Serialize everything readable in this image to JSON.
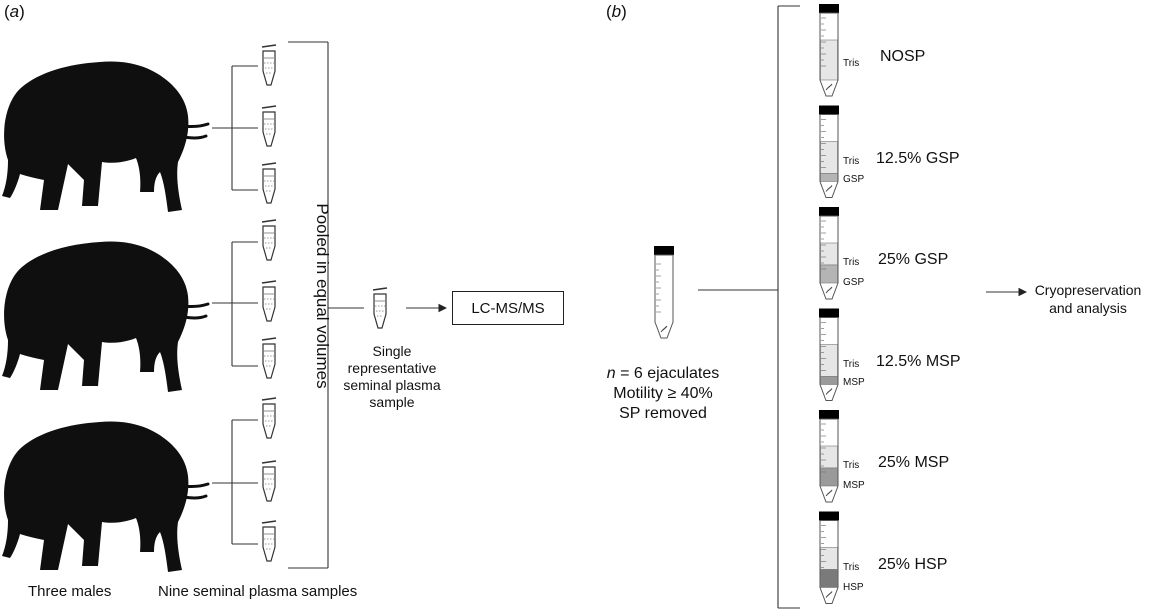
{
  "panel_a": {
    "tag_open": "(",
    "tag_letter": "a",
    "tag_close": ")",
    "pooled_label": "Pooled in equal volumes",
    "single_sample_label": "Single representative seminal plasma sample",
    "lcms_label": "LC-MS/MS",
    "three_males_label": "Three males",
    "nine_samples_label": "Nine seminal plasma samples"
  },
  "panel_b": {
    "tag_open": "(",
    "tag_letter": "b",
    "tag_close": ")",
    "ejaculate_n": "n",
    "ejaculate_rest": " = 6 ejaculates",
    "motility": "Motility ≥ 40%",
    "sp_removed": "SP removed",
    "cryo_label": "Cryopreservation and analysis",
    "treatments": [
      {
        "name": "NOSP",
        "tris": "Tris",
        "plasma": "",
        "plasma_color": ""
      },
      {
        "name": "12.5% GSP",
        "tris": "Tris",
        "plasma": "GSP",
        "plasma_color": "#b4b4b4"
      },
      {
        "name": "25% GSP",
        "tris": "Tris",
        "plasma": "GSP",
        "plasma_color": "#b4b4b4"
      },
      {
        "name": "12.5% MSP",
        "tris": "Tris",
        "plasma": "MSP",
        "plasma_color": "#9a9a9a"
      },
      {
        "name": "25% MSP",
        "tris": "Tris",
        "plasma": "MSP",
        "plasma_color": "#9a9a9a"
      },
      {
        "name": "25% HSP",
        "tris": "Tris",
        "plasma": "HSP",
        "plasma_color": "#7a7a7a"
      }
    ]
  },
  "colors": {
    "silhouette": "#0f0f0f",
    "line": "#333333",
    "tris_fill": "#e6e6e6",
    "cap": "#000000"
  }
}
